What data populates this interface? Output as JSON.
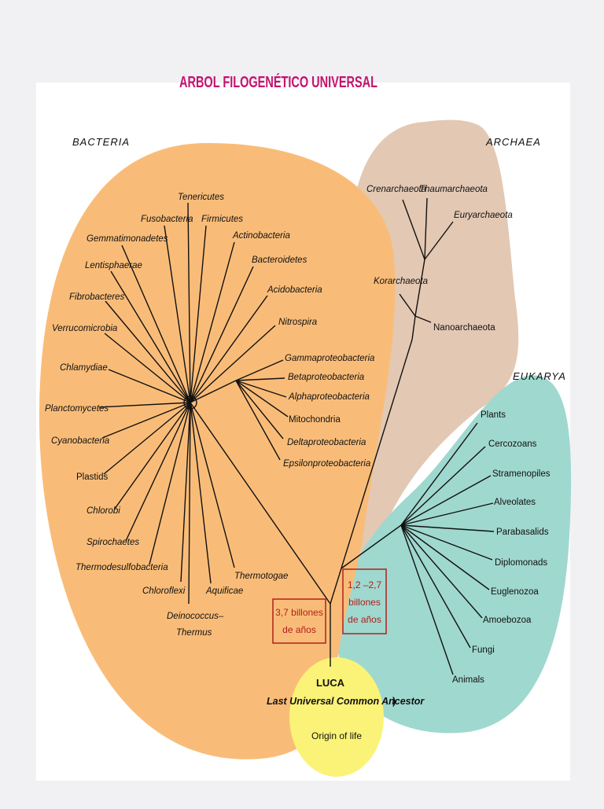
{
  "title": "ARBOL FILOGENÉTICO UNIVERSAL",
  "domains": {
    "bacteria": "BACTERIA",
    "archaea": "ARCHAEA",
    "eukarya": "EUKARYA"
  },
  "bacteria_groups": {
    "tenericutes": "Tenericutes",
    "fusobacteria": "Fusobacteria",
    "firmicutes": "Firmicutes",
    "gemmatimonadetes": "Gemmatimonadetes",
    "actinobacteria": "Actinobacteria",
    "lentisphaerae": "Lentisphaerae",
    "bacteroidetes": "Bacteroidetes",
    "fibrobacteres": "Fibrobacteres",
    "acidobacteria": "Acidobacteria",
    "verrucomicrobia": "Verrucomicrobia",
    "nitrospira": "Nitrospira",
    "chlamydiae": "Chlamydiae",
    "gammaproteobacteria": "Gammaproteobacteria",
    "betaproteobacteria": "Betaproteobacteria",
    "alphaproteobacteria": "Alphaproteobacteria",
    "mitochondria": "Mitochondria",
    "planctomycetes": "Planctomycetes",
    "deltaproteobacteria": "Deltaproteobacteria",
    "cyanobacteria": "Cyanobacteria",
    "epsilonproteobacteria": "Epsilonproteobacteria",
    "plastids": "Plastids",
    "chlorobi": "Chlorobi",
    "spirochaetes": "Spirochaetes",
    "thermodesulfobacteria": "Thermodesulfobacteria",
    "thermotogae": "Thermotogae",
    "chloroflexi": "Chloroflexi",
    "aquificae": "Aquificae",
    "deinococcus_1": "Deinococcus–",
    "deinococcus_2": "Thermus"
  },
  "archaea_groups": {
    "crenarchaeota": "Crenarchaeota",
    "thaumarchaeota": "Thaumarchaeota",
    "euryarchaeota": "Euryarchaeota",
    "korarchaeota": "Korarchaeota",
    "nanoarchaeota": "Nanoarchaeota"
  },
  "eukarya_groups": {
    "plants": "Plants",
    "cercozoans": "Cercozoans",
    "stramenopiles": "Stramenopiles",
    "alveolates": "Alveolates",
    "parabasalids": "Parabasalids",
    "diplomonads": "Diplomonads",
    "euglenozoa": "Euglenozoa",
    "amoebozoa": "Amoebozoa",
    "fungi": "Fungi",
    "animals": "Animals"
  },
  "time_boxes": {
    "bacteria_1": "3,7 billones",
    "bacteria_2": "de años",
    "eukarya_1": "1,2 –2,7",
    "eukarya_2": "billones",
    "eukarya_3": "de años"
  },
  "luca": {
    "name": "LUCA",
    "full_a": "Last Universal Common Ancestor",
    "full_b": ")",
    "origin": "Origin of life"
  },
  "colors": {
    "bacteria": "#f9bc78",
    "archaea": "#e3c8b3",
    "eukarya": "#9fd8cf",
    "luca": "#fbf377",
    "title": "#c5126e",
    "box_border": "#b0201c"
  }
}
